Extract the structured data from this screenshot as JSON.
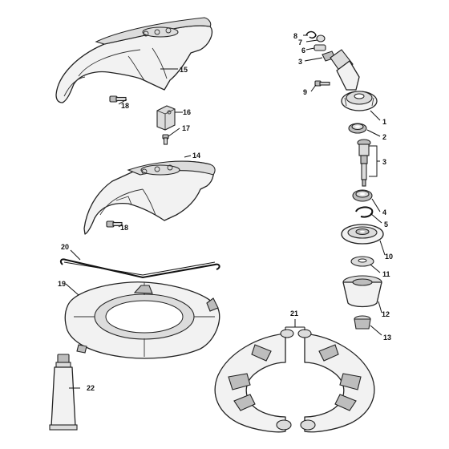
{
  "diagram": {
    "parts": [
      {
        "id": "p1",
        "label": "1"
      },
      {
        "id": "p2",
        "label": "2"
      },
      {
        "id": "p3a",
        "label": "3"
      },
      {
        "id": "p3b",
        "label": "3"
      },
      {
        "id": "p4",
        "label": "4"
      },
      {
        "id": "p5",
        "label": "5"
      },
      {
        "id": "p6",
        "label": "6"
      },
      {
        "id": "p7",
        "label": "7"
      },
      {
        "id": "p8",
        "label": "8"
      },
      {
        "id": "p9",
        "label": "9"
      },
      {
        "id": "p10",
        "label": "10"
      },
      {
        "id": "p11",
        "label": "11"
      },
      {
        "id": "p12",
        "label": "12"
      },
      {
        "id": "p13",
        "label": "13"
      },
      {
        "id": "p14",
        "label": "14"
      },
      {
        "id": "p15",
        "label": "15"
      },
      {
        "id": "p16",
        "label": "16"
      },
      {
        "id": "p17",
        "label": "17"
      },
      {
        "id": "p18a",
        "label": "18"
      },
      {
        "id": "p18b",
        "label": "18"
      },
      {
        "id": "p19",
        "label": "19"
      },
      {
        "id": "p20",
        "label": "20"
      },
      {
        "id": "p21",
        "label": "21"
      },
      {
        "id": "p22",
        "label": "22"
      }
    ]
  }
}
